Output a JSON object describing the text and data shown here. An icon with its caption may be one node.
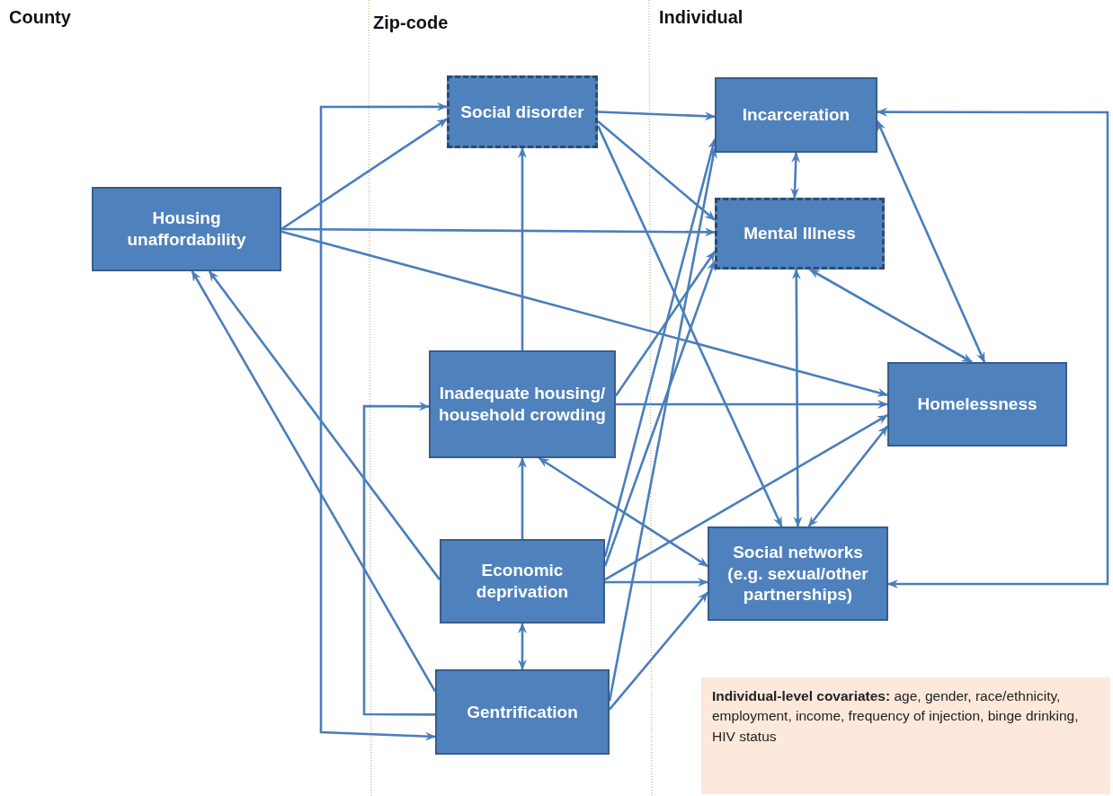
{
  "diagram": {
    "nodes": [
      {
        "text": [
          "Housing unaffordability"
        ]
      },
      {
        "text": [
          "Social disorder"
        ]
      },
      {
        "text": [
          "Incarceration"
        ]
      },
      {
        "text": [
          "Mental Illness"
        ]
      },
      {
        "text": [
          "Inadequate housing/ household crowding"
        ]
      },
      {
        "text": [
          "Homelessness"
        ]
      },
      {
        "text": [
          "Economic deprivation"
        ]
      },
      {
        "text": [
          "Social networks (e.g. sexual/other partnerships)"
        ]
      },
      {
        "text": [
          "Gentrification"
        ]
      },
      {
        "text": [
          "**Individual-level covariates:** age, gender, race/ethnicity, employment, income, frequency of injection, binge drinking, HIV status"
        ]
      }
    ],
    "edges": [
      {
        "from": 0,
        "to": 1,
        "arrow": "to"
      },
      {
        "from": 0,
        "to": 3,
        "arrow": "to"
      },
      {
        "from": 0,
        "to": 5,
        "arrow": "to"
      },
      {
        "from": 8,
        "to": 1,
        "arrow": "both"
      },
      {
        "from": 8,
        "to": 4,
        "arrow": "to"
      },
      {
        "from": 6,
        "to": 0,
        "arrow": "to"
      },
      {
        "from": 8,
        "to": 0,
        "arrow": "to"
      },
      {
        "from": 4,
        "to": 1,
        "arrow": "to"
      },
      {
        "from": 1,
        "to": 2,
        "arrow": "to"
      },
      {
        "from": 1,
        "to": 3,
        "arrow": "to"
      },
      {
        "from": 1,
        "to": 7,
        "arrow": "to"
      },
      {
        "from": 2,
        "to": 3,
        "arrow": "both"
      },
      {
        "from": 2,
        "to": 5,
        "arrow": "both"
      },
      {
        "from": 3,
        "to": 5,
        "arrow": "both"
      },
      {
        "from": 3,
        "to": 7,
        "arrow": "both"
      },
      {
        "from": 5,
        "to": 7,
        "arrow": "both"
      },
      {
        "from": 7,
        "to": 2,
        "arrow": "both"
      },
      {
        "from": 4,
        "to": 3,
        "arrow": "to"
      },
      {
        "from": 6,
        "to": 2,
        "arrow": "to"
      },
      {
        "from": 6,
        "to": 3,
        "arrow": "to"
      },
      {
        "from": 8,
        "to": 2,
        "arrow": "to"
      },
      {
        "from": 4,
        "to": 5,
        "arrow": "to"
      },
      {
        "from": 4,
        "to": 7,
        "arrow": "both"
      },
      {
        "from": 6,
        "to": 5,
        "arrow": "to"
      },
      {
        "from": 6,
        "to": 7,
        "arrow": "to"
      },
      {
        "from": 6,
        "to": 4,
        "arrow": "to"
      },
      {
        "from": 6,
        "to": 8,
        "arrow": "both"
      },
      {
        "from": 8,
        "to": 7,
        "arrow": "to"
      }
    ],
    "labels": [
      "County",
      "Zip-code",
      "Individual"
    ]
  }
}
